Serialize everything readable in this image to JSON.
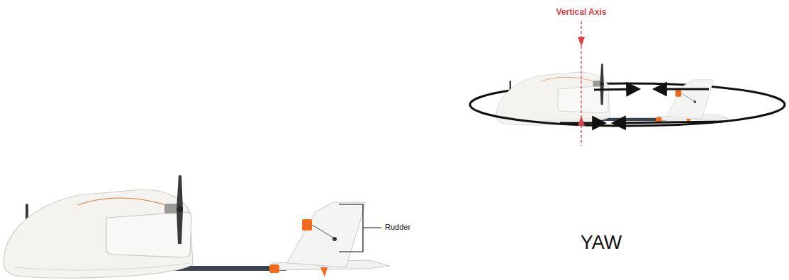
{
  "diagram": {
    "labels": [
      "Rudder",
      "Vertical Axis",
      "YAW"
    ]
  }
}
